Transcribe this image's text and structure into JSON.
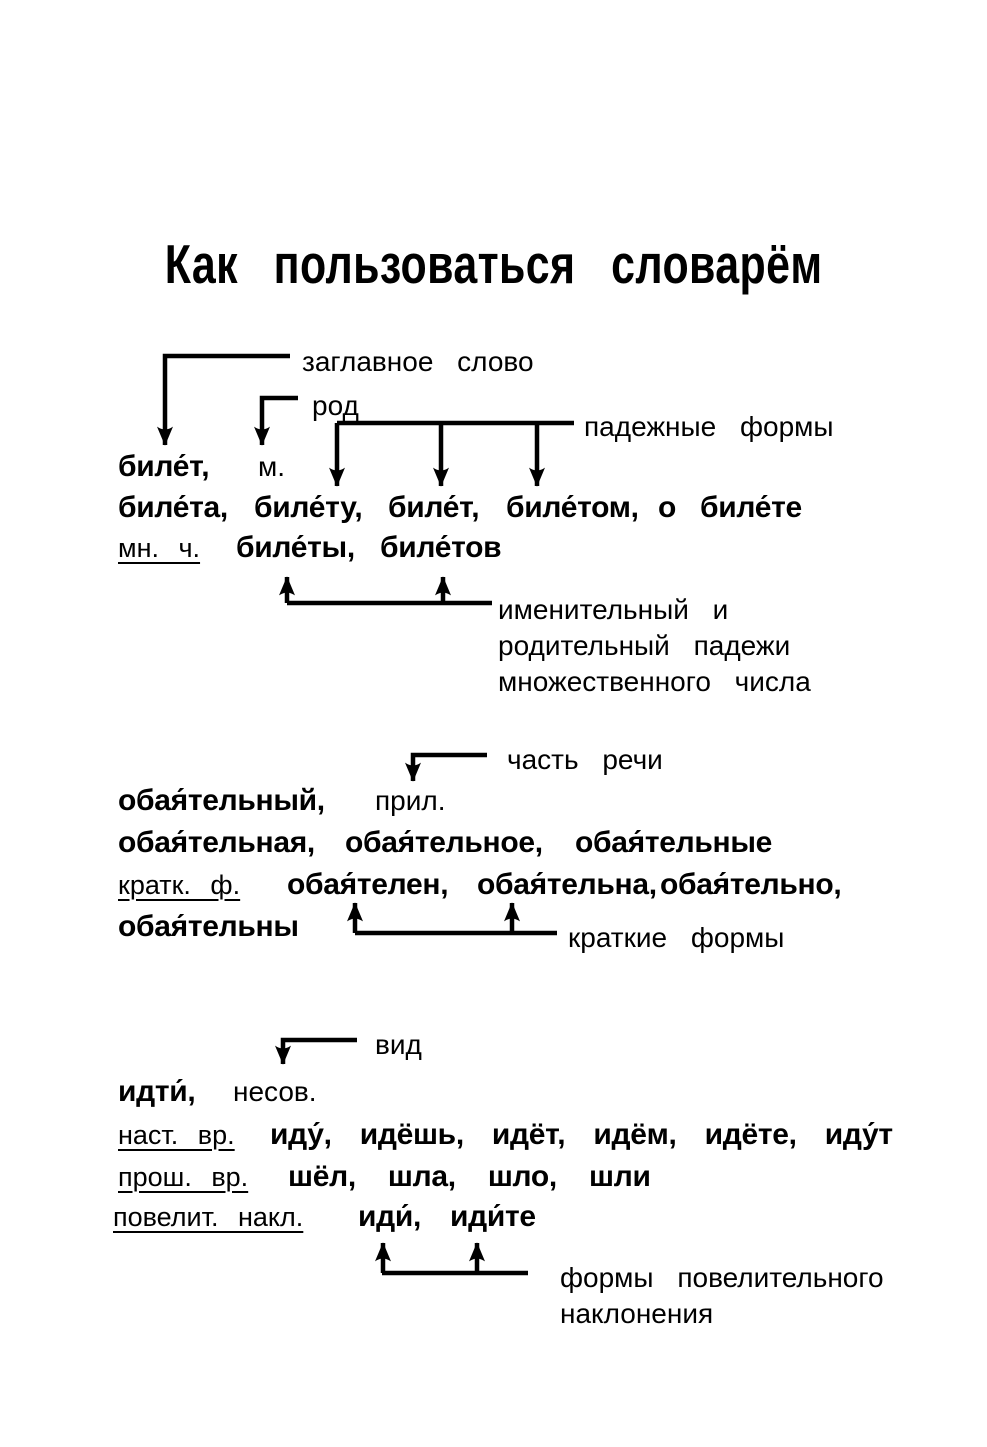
{
  "page": {
    "background": "#ffffff",
    "ink": "#000000"
  },
  "title": "Как пользоваться словарём",
  "labels": {
    "headword": "заглавное слово",
    "gender": "род",
    "case_forms": "падежные формы",
    "plural_cases_line1": "именительный и",
    "plural_cases_line2": "родительный падежи",
    "plural_cases_line3": "множественного числа",
    "part_of_speech": "часть речи",
    "short_forms": "краткие формы",
    "aspect": "вид",
    "imperative_line1": "формы повелительного",
    "imperative_line2": "наклонения"
  },
  "entries": {
    "bilet": {
      "headword": "биле́т,",
      "gender": "м.",
      "case_words": [
        "биле́та,",
        "биле́ту,",
        "биле́т,",
        "биле́том,",
        "о",
        "биле́те"
      ],
      "plural_label": "мн. ч.",
      "plural_words": [
        "биле́ты,",
        "биле́тов"
      ]
    },
    "obayatelny": {
      "headword": "обая́тельный,",
      "part_of_speech": "прил.",
      "full_form_words": [
        "обая́тельная,",
        "обая́тельное,",
        "обая́тельные"
      ],
      "short_label": "кратк. ф.",
      "short_form_words": [
        "обая́телен,",
        "обая́тельна,",
        "обая́тельно,"
      ],
      "short_form_last": "обая́тельны"
    },
    "idti": {
      "headword": "идти́,",
      "aspect": "несов.",
      "present_label": "наст. вр.",
      "present_forms": "иду́, идёшь, идёт, идём, идёте, иду́т",
      "past_label": "прош. вр.",
      "past_forms": "шёл, шла, шло, шли",
      "imperative_label": "повелит. накл.",
      "imperative_words": [
        "иди́,",
        "иди́те"
      ]
    }
  }
}
